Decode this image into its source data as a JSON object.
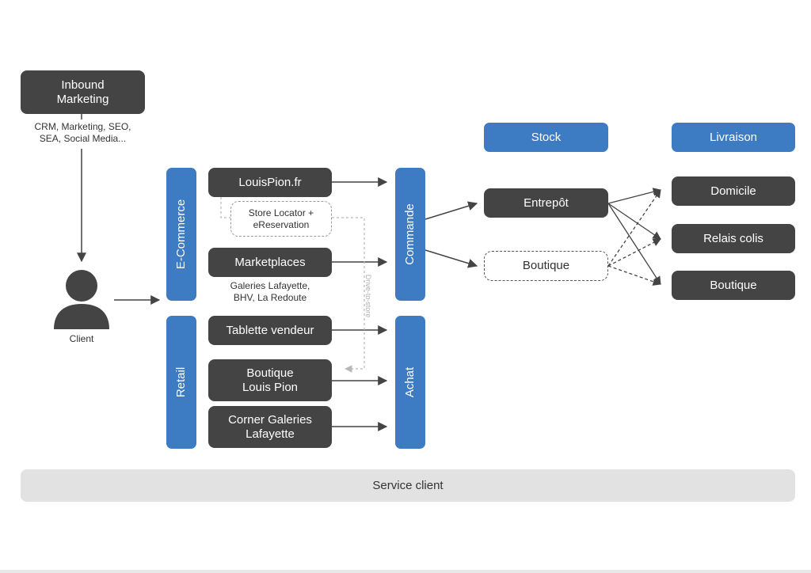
{
  "inbound": {
    "title": "Inbound\nMarketing",
    "channels": "CRM, Marketing, SEO,\nSEA, Social Media..."
  },
  "client": {
    "label": "Client"
  },
  "channels": {
    "ecommerce": "E-Commerce",
    "retail": "Retail"
  },
  "touchpoints": {
    "louispion": "LouisPion.fr",
    "store_locator": "Store Locator +\neReservation",
    "marketplaces": "Marketplaces",
    "marketplaces_list": "Galeries Lafayette,\nBHV, La Redoute",
    "tablette": "Tablette vendeur",
    "boutique_lp": "Boutique\nLouis Pion",
    "corner": "Corner Galeries\nLafayette",
    "drive_to_store": "Drive-to-store"
  },
  "transactions": {
    "commande": "Commande",
    "achat": "Achat"
  },
  "stock": {
    "header": "Stock",
    "entrepot": "Entrepôt",
    "boutique": "Boutique"
  },
  "livraison": {
    "header": "Livraison",
    "domicile": "Domicile",
    "relais": "Relais colis",
    "boutique": "Boutique"
  },
  "footer": {
    "service_client": "Service client"
  },
  "colors": {
    "dark": "#444444",
    "blue": "#3d7bc3",
    "grey_band": "#e2e2e2",
    "arrow": "#444444",
    "dashed_light": "#b0b0b0"
  }
}
